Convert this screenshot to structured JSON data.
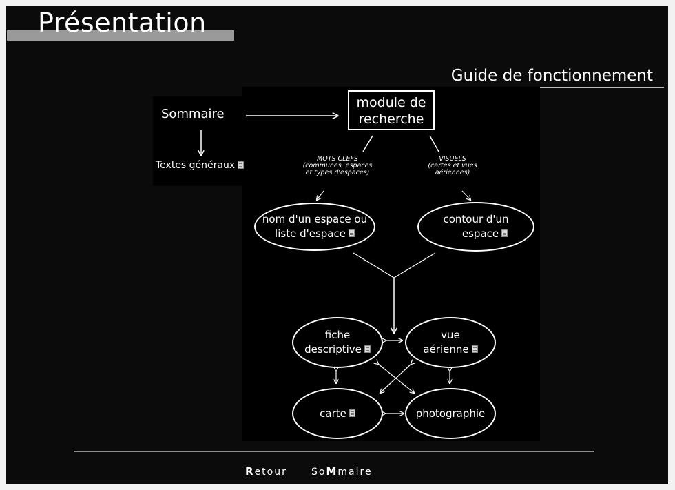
{
  "page": {
    "title": "Présentation",
    "subtitle": "Guide de fonctionnement"
  },
  "diagram": {
    "sommaire": "Sommaire",
    "textes_generaux": "Textes généraux",
    "module_line1": "module de",
    "module_line2": "recherche",
    "mots_clefs_line1": "MOTS CLEFS",
    "mots_clefs_line2": "(communes, espaces",
    "mots_clefs_line3": "et types d'espaces)",
    "visuels_line1": "VISUELS",
    "visuels_line2": "(cartes et vues",
    "visuels_line3": "aériennes)",
    "nom_line1": "nom d'un espace ou",
    "nom_line2": "liste d'espace",
    "contour_line1": "contour d'un",
    "contour_line2": "espace",
    "fiche_line1": "fiche",
    "fiche_line2": "descriptive",
    "vue_line1": "vue",
    "vue_line2": "aérienne",
    "carte": "carte",
    "photographie": "photographie",
    "doc_icon": "document-icon"
  },
  "footer": {
    "retour_initial": "R",
    "retour_rest": "etour",
    "sommaire_a": "So",
    "sommaire_b": "M",
    "sommaire_c": "maire"
  },
  "colors": {
    "background": "#0b0b0b",
    "title_bar": "#9a9a9a",
    "text": "#ffffff",
    "outer": "#f2f2f2"
  }
}
